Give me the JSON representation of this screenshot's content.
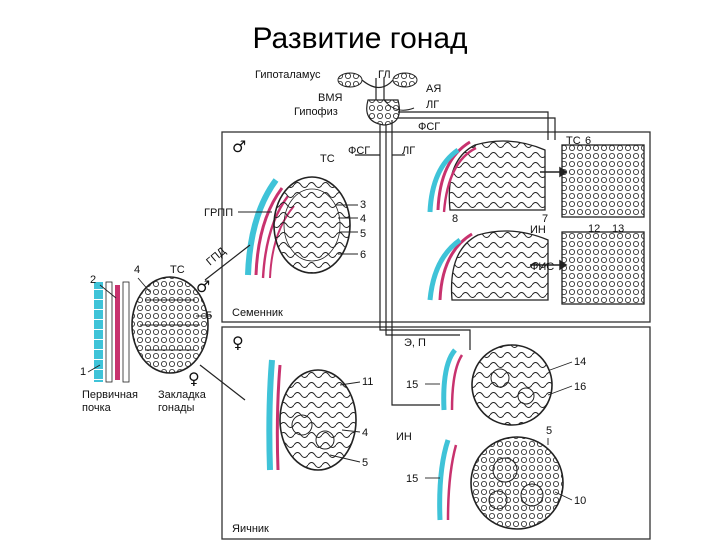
{
  "title": "Развитие гонад",
  "labels": {
    "hypothalamus": "Гипоталамус",
    "vma": "ВМЯ",
    "hypophysis": "Гипофиз",
    "gl": "ГЛ",
    "aya": "АЯ",
    "lg_top": "ЛГ",
    "fsg_top": "ФСГ",
    "ts_male": "ТС",
    "fsg_male": "ФСГ",
    "lg_male": "ЛГ",
    "ts_6": "ТС",
    "num_6a": "6",
    "num_3": "3",
    "num_4": "4",
    "num_5": "5",
    "num_6": "6",
    "num_8": "8",
    "num_7": "7",
    "in_male": "ИН",
    "num_12": "12",
    "num_13": "13",
    "fis": "ФИС",
    "grpp": "ГРПП",
    "gpd": "ГПД",
    "num_2": "2",
    "num_4b": "4",
    "ts_left": "ТС",
    "num_5b": "5",
    "num_1": "1",
    "primary_kidney": "Первичная\nпочка",
    "gonad_anlage": "Закладка\nгонады",
    "testis": "Семенник",
    "ep": "Э, П",
    "num_14": "14",
    "num_15a": "15",
    "num_16": "16",
    "num_11": "11",
    "num_4c": "4",
    "num_5c": "5",
    "in_female": "ИН",
    "num_5d": "5",
    "num_15b": "15",
    "num_10": "10",
    "ovary": "Яичник"
  },
  "symbols": {
    "male": "♂",
    "female": "♀"
  },
  "colors": {
    "cyan": "#3fc3d8",
    "magenta": "#c8326e",
    "line": "#222222"
  }
}
